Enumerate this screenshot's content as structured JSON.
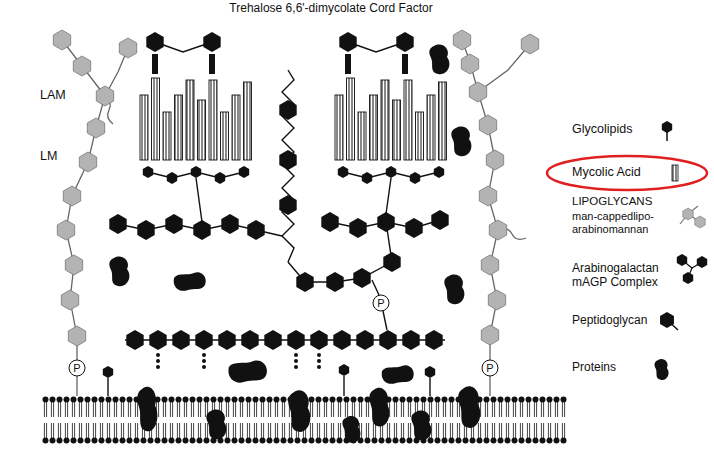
{
  "diagram": {
    "title": "Trehalose 6,6'-dimycolate Cord Factor",
    "labels": [
      "LAM",
      "LM",
      "LIPOGLYCANS",
      "P",
      "P",
      "P"
    ],
    "legend": [
      {
        "text": "Glycolipids"
      },
      {
        "text": "Mycolic Acid"
      },
      {
        "text": "man-cappedlipo-arabinomannan"
      },
      {
        "text": "Arabinogalactan mAGP Complex"
      },
      {
        "text": "Peptidoglycan"
      },
      {
        "text": "Proteins"
      }
    ]
  }
}
